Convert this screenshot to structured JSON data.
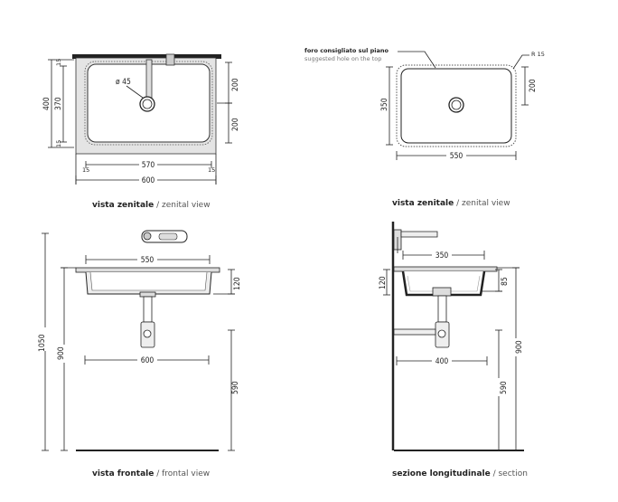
{
  "views": {
    "top_left": {
      "caption_bold": "vista zenitale",
      "caption_light": " / zenital view",
      "dims": {
        "d400": "400",
        "d370": "370",
        "d15a": "15",
        "d15b": "15",
        "d200a": "200",
        "d200b": "200",
        "d570": "570",
        "d600": "600",
        "d15c": "15",
        "d15d": "15",
        "hole": "ø 45"
      }
    },
    "top_right": {
      "caption_bold": "vista zenitale",
      "caption_light": " / zenital view",
      "note_it": "foro consigliato sul piano",
      "note_en": "suggested hole on the top",
      "dims": {
        "r15": "R 15",
        "d200": "200",
        "d350": "350",
        "d550": "550"
      }
    },
    "front": {
      "caption_bold": "vista frontale",
      "caption_light": " / frontal view",
      "dims": {
        "d550": "550",
        "d120": "120",
        "d1050": "1050",
        "d900": "900",
        "d600": "600",
        "d590": "590"
      }
    },
    "section": {
      "caption_bold": "sezione longitudinale",
      "caption_light": " / section",
      "dims": {
        "d350": "350",
        "d120": "120",
        "d85": "85",
        "d900": "900",
        "d400": "400",
        "d590": "590"
      }
    }
  }
}
